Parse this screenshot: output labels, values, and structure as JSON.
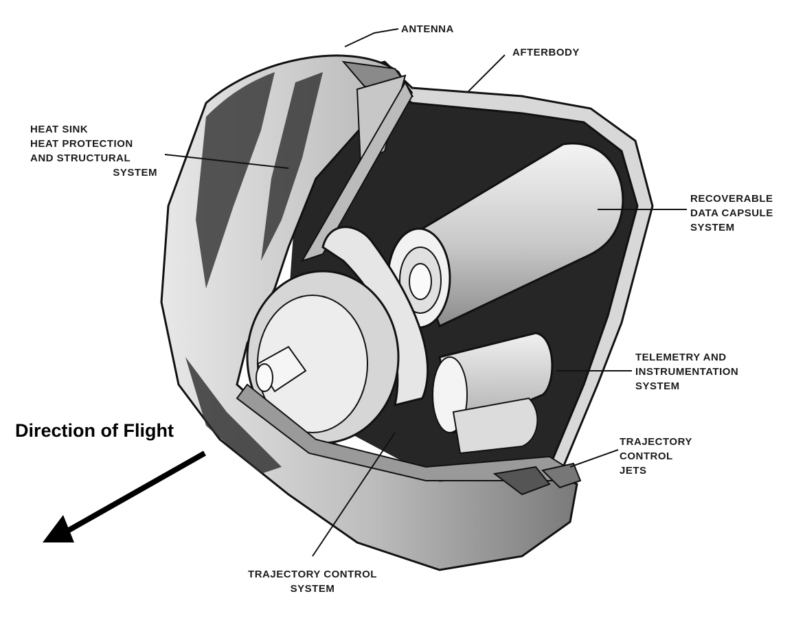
{
  "labels": {
    "antenna": "ANTENNA",
    "afterbody": "AFTERBODY",
    "heat_sink": [
      "HEAT SINK",
      "HEAT PROTECTION",
      "AND STRUCTURAL",
      "SYSTEM"
    ],
    "data_capsule": [
      "RECOVERABLE",
      "DATA CAPSULE",
      "SYSTEM"
    ],
    "telemetry": [
      "TELEMETRY AND",
      "INSTRUMENTATION",
      "SYSTEM"
    ],
    "jets": [
      "TRAJECTORY",
      "CONTROL",
      "JETS"
    ],
    "trajectory_system": [
      "TRAJECTORY CONTROL",
      "SYSTEM"
    ]
  },
  "direction_label": "Direction of Flight",
  "colors": {
    "ink": "#111111",
    "paper": "#ffffff",
    "shade": "#2a2a2a",
    "mid": "#cfcfcf",
    "light": "#ececec"
  }
}
